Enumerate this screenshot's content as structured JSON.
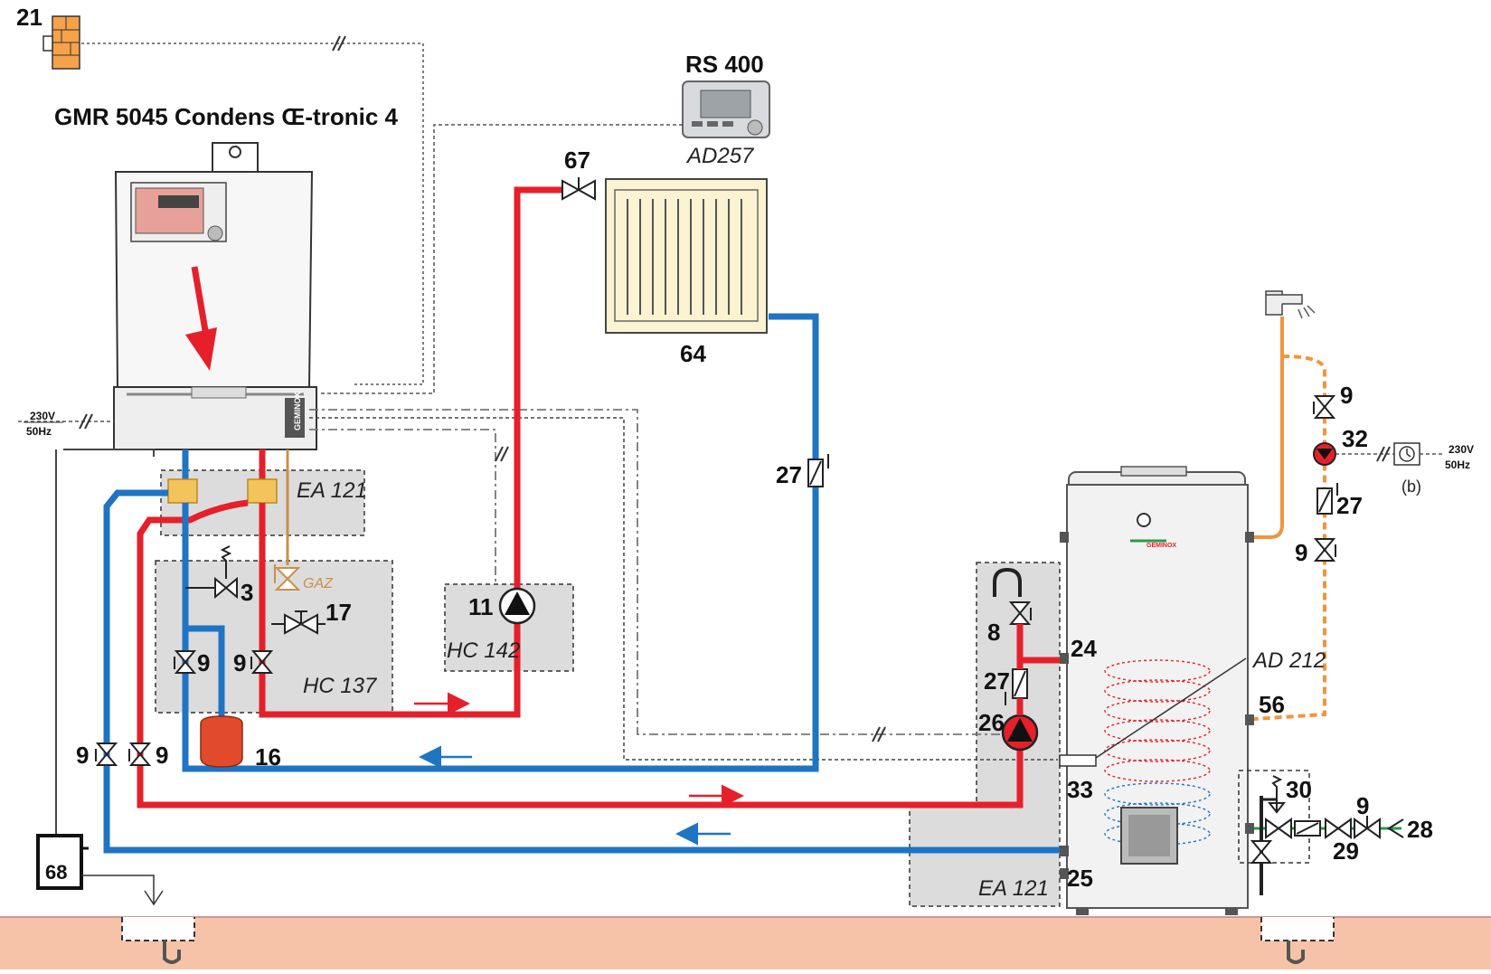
{
  "boiler": {
    "title": "GMR 5045 Condens Œ-tronic 4",
    "brand": "GEMINOX"
  },
  "controller": {
    "name": "RS 400",
    "code": "AD257"
  },
  "cylinder": {
    "brand": "GEMINOX"
  },
  "power": {
    "left_voltage": "230V",
    "left_freq": "50Hz",
    "right_voltage": "230V",
    "right_freq": "50Hz",
    "note": "(b)"
  },
  "fuel": {
    "gas_label": "GAZ"
  },
  "groups": {
    "ea121_top": "EA 121",
    "hc137": "HC 137",
    "hc142": "HC 142",
    "ea121_bottom": "EA 121",
    "ad212": "AD 212"
  },
  "labels": {
    "n21": "21",
    "n67": "67",
    "n64": "64",
    "n27_radiator": "27",
    "n11": "11",
    "n3": "3",
    "n17": "17",
    "n9_a": "9",
    "n9_b": "9",
    "n9_c": "9",
    "n9_d": "9",
    "n16": "16",
    "n68": "68",
    "n8": "8",
    "n24": "24",
    "n27_cyl": "27",
    "n26": "26",
    "n33": "33",
    "n25": "25",
    "n56": "56",
    "n9_top": "9",
    "n32": "32",
    "n27_dhw": "27",
    "n9_dhw": "9",
    "n30": "30",
    "n9_inlet": "9",
    "n28": "28",
    "n29": "29"
  },
  "colors": {
    "flow_red": "#e5202a",
    "return_blue": "#1f74c3",
    "dhw_orange": "#f0953c",
    "group_grey": "#dcdcdc",
    "floor": "#f6c3a9",
    "expansion_vessel": "#e24a2c",
    "wall_brick": "#f5a24a"
  }
}
